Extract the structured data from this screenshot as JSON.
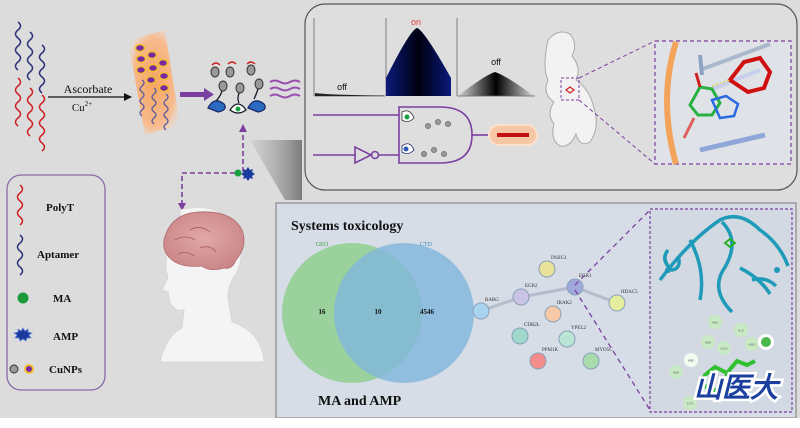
{
  "synthesis": {
    "reaction_label": "Ascorbate",
    "reagent_label": "Cu",
    "reagent_superscript": "2+"
  },
  "logic_panel": {
    "signal_states": [
      {
        "label": "off",
        "level": "baseline"
      },
      {
        "label": "on",
        "level": "high"
      },
      {
        "label": "off",
        "level": "low"
      }
    ],
    "gate_type": "AND gate with NOT input"
  },
  "legend": {
    "items": [
      {
        "label": "PolyT",
        "icon": "polyt-strand-icon"
      },
      {
        "label": "Aptamer",
        "icon": "aptamer-strand-icon"
      },
      {
        "label": "MA",
        "icon": "ma-dot-icon"
      },
      {
        "label": "AMP",
        "icon": "amp-star-icon"
      },
      {
        "label": "CuNPs",
        "icon": "cunps-icon"
      }
    ]
  },
  "toxicology": {
    "title": "Systems toxicology",
    "subtitle": "MA and AMP",
    "venn": {
      "left_label": "GEO",
      "right_label": "CTD",
      "left_only": "16",
      "overlap": "10",
      "right_only": "4546"
    },
    "network_nodes": [
      {
        "label": "RARG",
        "color": "#a9d4f0"
      },
      {
        "label": "EGR2",
        "color": "#c9c3e6"
      },
      {
        "label": "INSIG1",
        "color": "#e9e39a"
      },
      {
        "label": "EGR1",
        "color": "#9fa9dc"
      },
      {
        "label": "HDAC5",
        "color": "#e4ee9e"
      },
      {
        "label": "IRAK2",
        "color": "#f7c9a6"
      },
      {
        "label": "CDR2L",
        "color": "#9fd9cc"
      },
      {
        "label": "YPEL2",
        "color": "#b9e6d4"
      },
      {
        "label": "PPM1K",
        "color": "#f58c8c"
      },
      {
        "label": "MYO5C",
        "color": "#a8dcac"
      }
    ]
  },
  "docking": {
    "residues": [
      "ARG",
      "ILE",
      "SER",
      "GLN",
      "ARG",
      "PHE",
      "SER",
      "LYS"
    ]
  },
  "logo": {
    "text": "山医大"
  },
  "colors": {
    "background": "#dcdcdc",
    "accent_purple": "#7b3fa0",
    "polyt_red": "#cc2020",
    "aptamer_blue": "#2a2f7a",
    "venn_left": "#8fcf8f",
    "venn_right": "#7fb6dc",
    "logo_blue": "#1a3f9e"
  }
}
